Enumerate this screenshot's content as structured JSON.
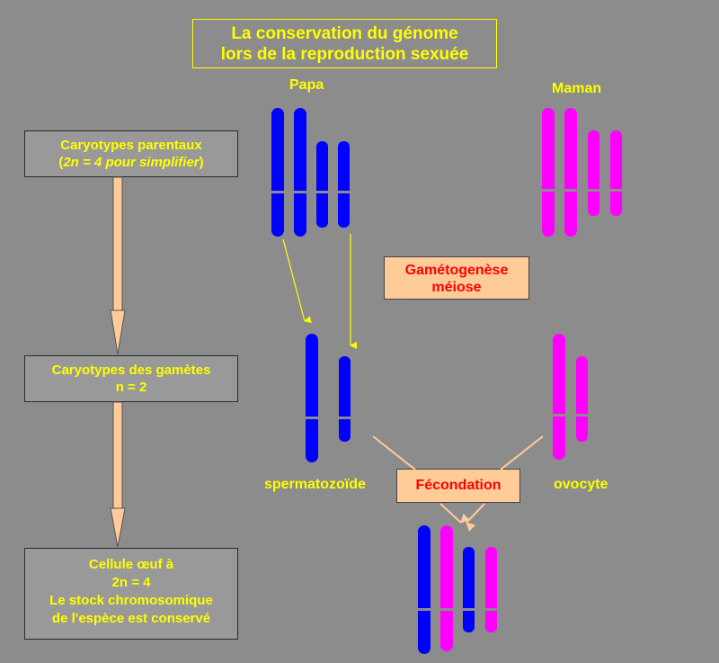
{
  "title": {
    "line1": "La conservation du génome",
    "line2": "lors de la reproduction sexuée"
  },
  "parents": {
    "father_label": "Papa",
    "mother_label": "Maman"
  },
  "steps": {
    "parental": {
      "line1": "Caryotypes parentaux",
      "line2_prefix": "(",
      "line2_italic": "2n = 4 pour simplifier",
      "line2_suffix": ")"
    },
    "gametes": {
      "line1": "Caryotypes des gamètes",
      "line2": "n = 2"
    },
    "zygote": {
      "line1": "Cellule œuf à",
      "line2": "2n = 4",
      "line3": "Le stock chromosomique",
      "line4": "de l'espèce est conservé"
    }
  },
  "processes": {
    "gametogenesis": {
      "line1": "Gamétogenèse",
      "line2": "méiose"
    },
    "fertilization": "Fécondation"
  },
  "gametes": {
    "sperm_label": "spermatozoïde",
    "egg_label": "ovocyte"
  },
  "colors": {
    "background": "#8c8c8c",
    "text": "#ffff00",
    "paternal": "#0000ff",
    "maternal": "#ff00ff",
    "process_box": "#ffcc99",
    "process_text": "#ff0000",
    "flow_arrow": "#ffcc99"
  },
  "icons": {
    "flow_arrow": "down-arrow-icon",
    "chromosome": "chromosome-icon"
  }
}
